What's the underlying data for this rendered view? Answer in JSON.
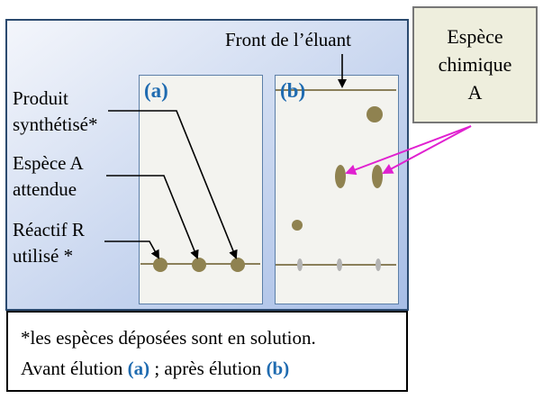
{
  "panels": {
    "a": {
      "tag": "(a)"
    },
    "b": {
      "tag": "(b)"
    }
  },
  "labels": {
    "front": "Front de l’éluant",
    "produit_1": "Produit",
    "produit_2": "synthétisé*",
    "espece_1": "Espèce A",
    "espece_2": "attendue",
    "reactif_1": "Réactif R",
    "reactif_2": "utilisé *"
  },
  "callout": {
    "line1": "Espèce",
    "line2": "chimique",
    "line3": "A"
  },
  "note": {
    "line1": "*les espèces déposées sont en solution.",
    "line2_a": "Avant élution ",
    "tag_a": "(a)",
    "line2_b": " ; après élution ",
    "tag_b": "(b)"
  },
  "colors": {
    "background_blue": "#a9c0e6",
    "spot_olive": "#8f8250",
    "line_olive": "#8a7f5a",
    "tag_blue": "#1f6bb0",
    "arrow_magenta": "#e020d0",
    "spot_grey": "#b3b3b3"
  }
}
